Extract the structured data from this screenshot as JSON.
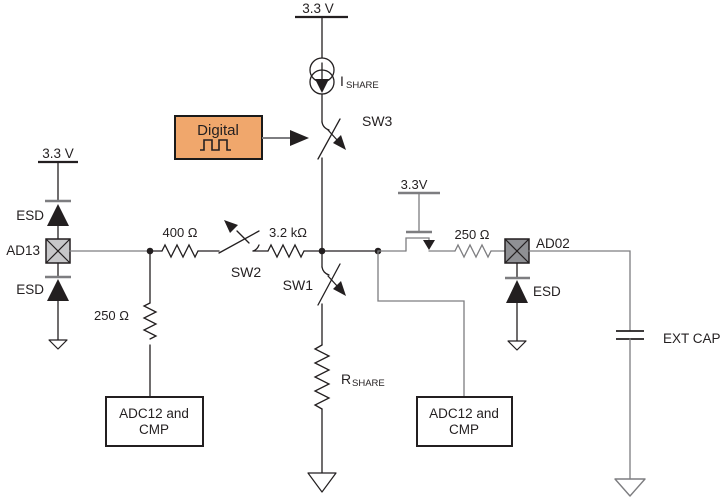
{
  "colors": {
    "background": "#ffffff",
    "wire_black": "#231f20",
    "wire_gray": "#7d7d80",
    "digital_fill": "#f0a76c",
    "pad_left_fill": "#c7c7c9",
    "pad_right_fill": "#8f9094"
  },
  "top_rail": {
    "label": "3.3 V"
  },
  "left_rail": {
    "label": "3.3 V"
  },
  "gate_rail": {
    "label": "3.3V"
  },
  "current_source": {
    "sym": "I",
    "sub": "SHARE"
  },
  "r_share": {
    "sym": "R",
    "sub": "SHARE"
  },
  "switches": {
    "sw1": "SW1",
    "sw2": "SW2",
    "sw3": "SW3"
  },
  "resistors": {
    "series_left": "400 Ω",
    "series_mid": "3.2 kΩ",
    "shunt_left": "250 Ω",
    "series_right": "250 Ω"
  },
  "pads": {
    "left": "AD13",
    "right": "AD02"
  },
  "esd": {
    "upper_left": "ESD",
    "lower_left": "ESD",
    "right": "ESD"
  },
  "digital_block": {
    "label": "Digital"
  },
  "adc_block_left": {
    "line1": "ADC12 and",
    "line2": "CMP"
  },
  "adc_block_right": {
    "line1": "ADC12 and",
    "line2": "CMP"
  },
  "ext_cap": {
    "label": "EXT CAP"
  }
}
